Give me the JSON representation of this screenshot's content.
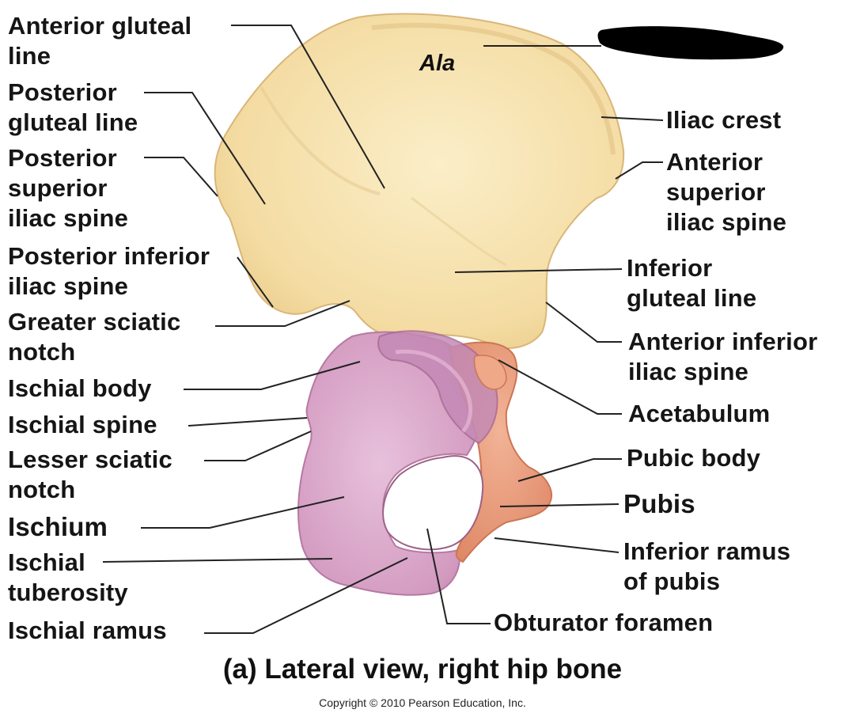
{
  "figure": {
    "region_label": "Ala",
    "caption": "(a) Lateral view, right hip bone",
    "copyright": "Copyright © 2010 Pearson Education, Inc.",
    "colors": {
      "ilium": "#f6dfa9",
      "ischium": "#d9a5c8",
      "pubis": "#e99a7a",
      "leader_line": "#222222",
      "redaction": "#000000"
    }
  },
  "labels_left": [
    "Anterior gluteal\nline",
    "Posterior\ngluteal line",
    "Posterior\nsuperior\niliac spine",
    "Posterior inferior\niliac spine",
    "Greater sciatic\nnotch",
    "Ischial body",
    "Ischial spine",
    "Lesser sciatic\nnotch",
    "Ischium",
    "Ischial\ntuberosity",
    "Ischial ramus"
  ],
  "labels_right": [
    "Iliac crest",
    "Anterior\nsuperior\niliac spine",
    "Inferior\ngluteal line",
    "Anterior inferior\niliac spine",
    "Acetabulum",
    "Pubic body",
    "Pubis",
    "Inferior ramus\nof pubis",
    "Obturator foramen"
  ]
}
